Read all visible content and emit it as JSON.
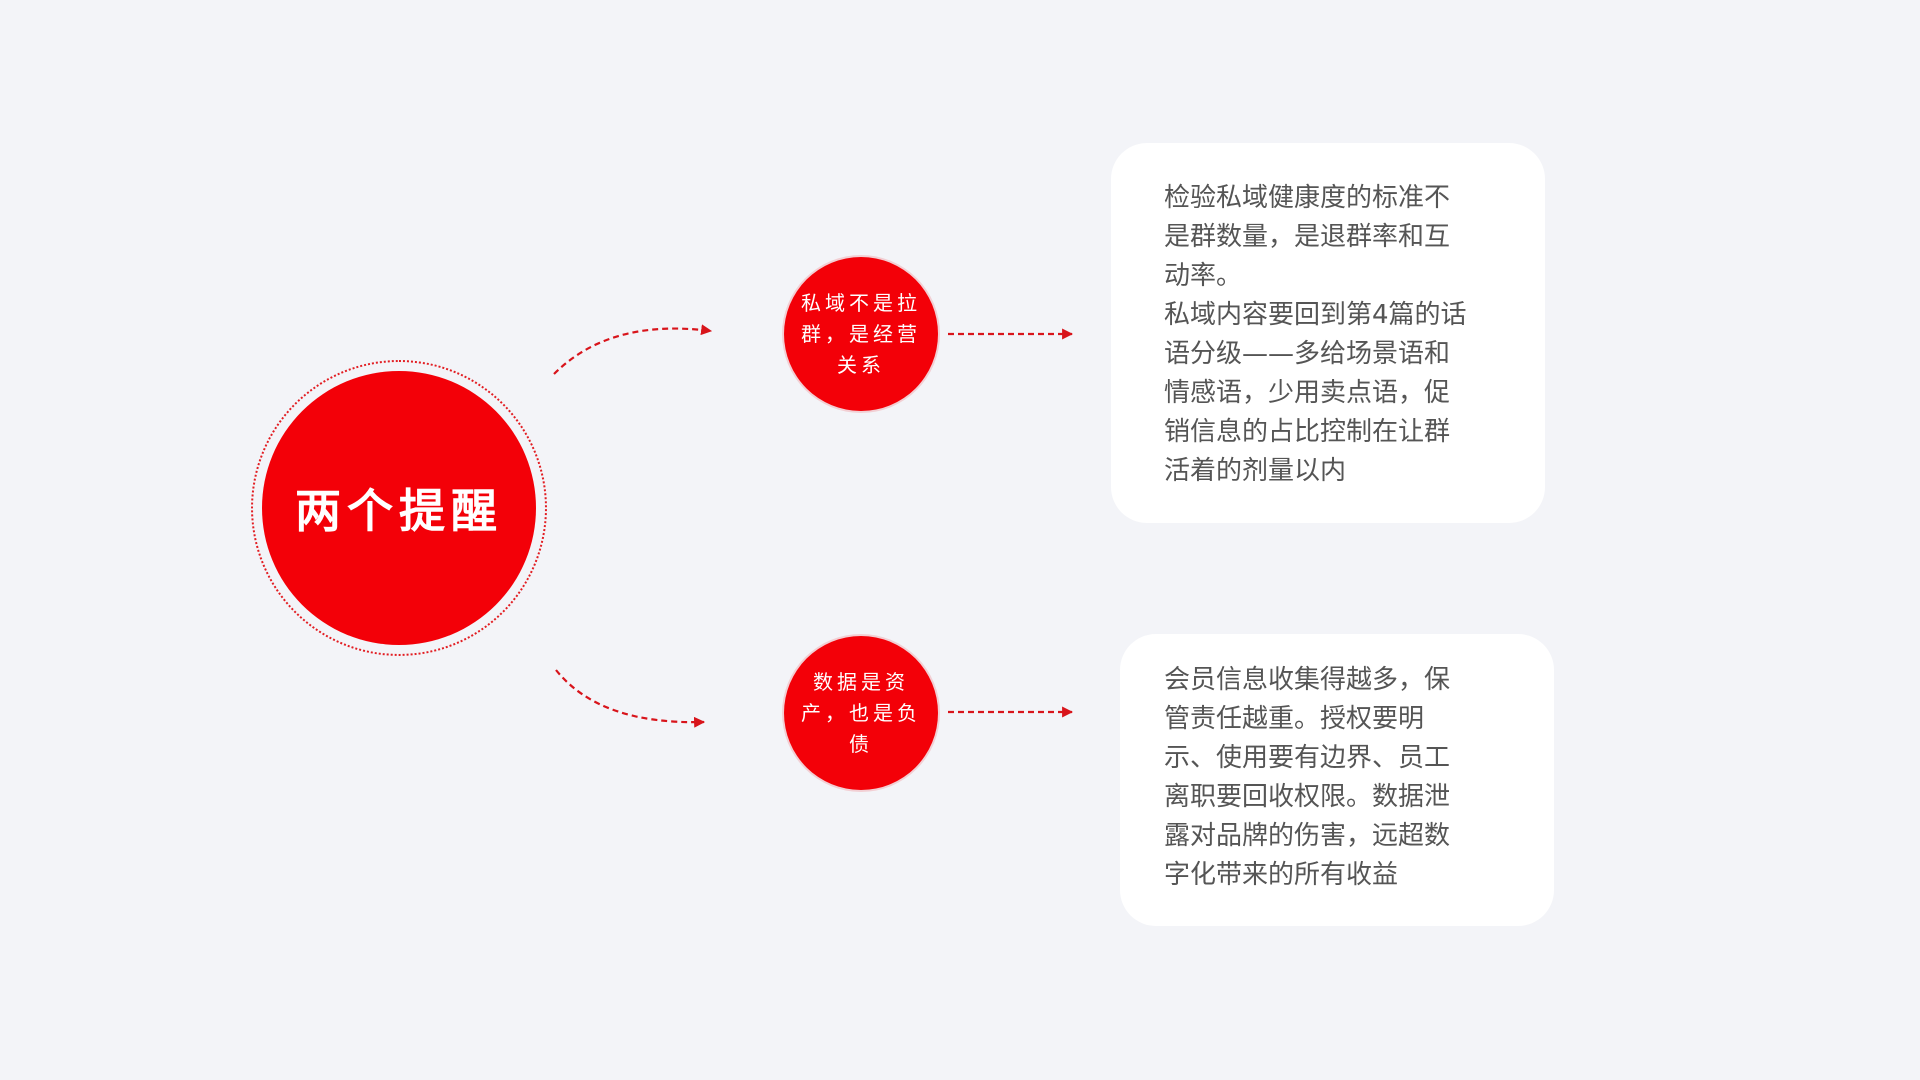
{
  "main": {
    "title": "两个提醒"
  },
  "nodes": [
    {
      "label": "私域不是拉群，是经营关系"
    },
    {
      "label": "数据是资产，也是负债"
    }
  ],
  "cards": [
    {
      "text": "检验私域健康度的标准不\n是群数量，是退群率和互\n动率。\n私域内容要回到第4篇的话\n语分级——多给场景语和\n情感语，少用卖点语，促\n销信息的占比控制在让群\n活着的剂量以内"
    },
    {
      "text": " 会员信息收集得越多，保\n管责任越重。授权要明\n示、使用要有边界、员工\n离职要回收权限。数据泄\n露对品牌的伤害，远超数\n字化带来的所有收益"
    }
  ],
  "colors": {
    "accent": "#f30008",
    "background": "#f3f4f8",
    "card": "#ffffff",
    "text": "#555555"
  }
}
